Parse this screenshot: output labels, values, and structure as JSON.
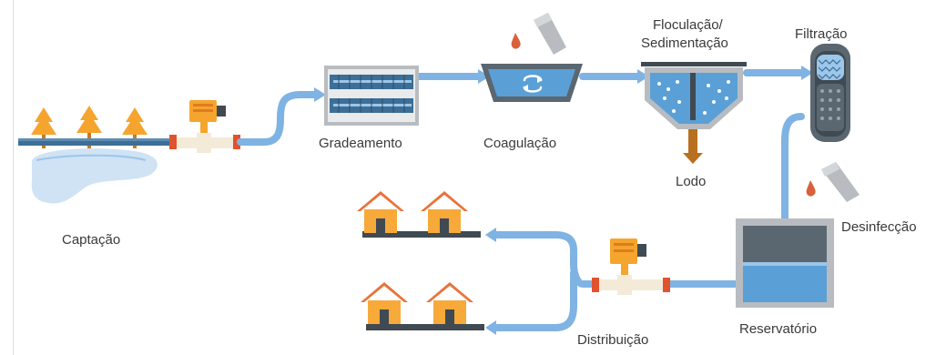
{
  "labels": {
    "captacao": "Captação",
    "gradeamento": "Gradeamento",
    "coagulacao": "Coagulação",
    "floculacao_line1": "Floculação/",
    "floculacao_line2": "Sedimentação",
    "lodo": "Lodo",
    "filtracao": "Filtração",
    "desinfeccao": "Desinfecção",
    "reservatorio": "Reservatório",
    "distribuicao": "Distribuição"
  },
  "colors": {
    "pipe": "#7fb3e3",
    "pipe_dark": "#3d6e96",
    "tank_gray": "#b8bcc0",
    "tank_dark": "#5b6770",
    "water": "#5aa0d6",
    "orange": "#f5a52e",
    "orange_dark": "#e07b1f",
    "red_flange": "#e0532e",
    "roof": "#e9733a",
    "house": "#f7a93a",
    "house_base": "#3f4a52",
    "drop": "#d9603b",
    "sludge": "#b7701e"
  },
  "icons": [
    "trees-icon",
    "lake-icon",
    "pump-icon",
    "screen-icon",
    "coagulation-tank-icon",
    "chemical-dropper-icon",
    "flocculation-tank-icon",
    "filter-icon",
    "reservoir-icon",
    "house-icon"
  ]
}
